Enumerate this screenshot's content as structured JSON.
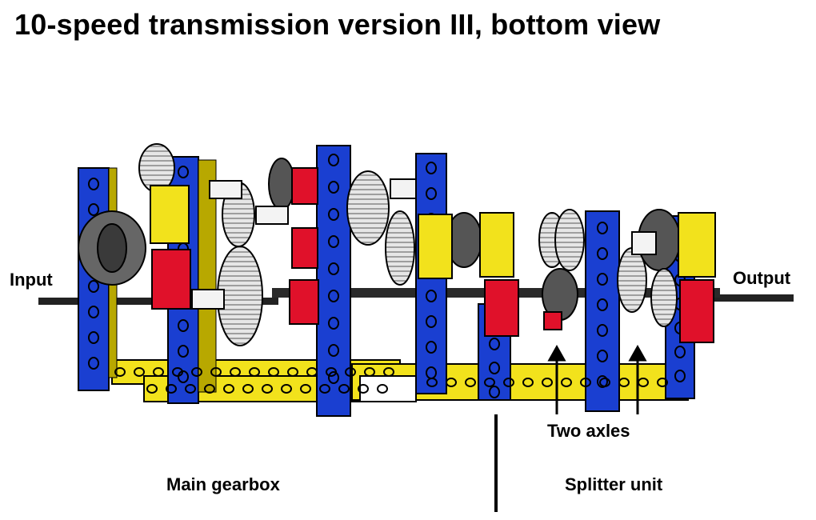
{
  "title": "10-speed transmission version III, bottom view",
  "labels": {
    "input": "Input",
    "output": "Output",
    "two_axles": "Two axles",
    "main_gearbox": "Main gearbox",
    "splitter_unit": "Splitter unit"
  },
  "colors": {
    "beam_blue": "#1a3fd1",
    "beam_yellow": "#f2e21c",
    "brick_red": "#e0112a",
    "gear_gray": "#d9d9d9",
    "gear_dark": "#4a4a4a",
    "axle_black": "#222222",
    "outline": "#000000"
  }
}
